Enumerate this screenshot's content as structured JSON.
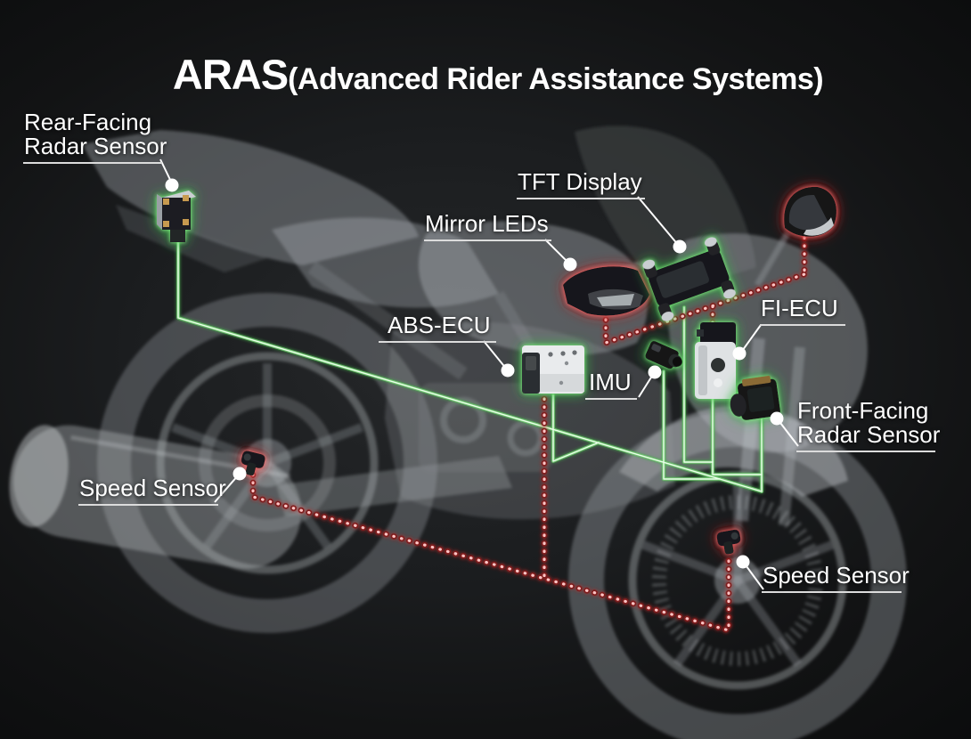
{
  "title": {
    "main": "ARAS",
    "sub": "(Advanced Rider Assistance Systems)"
  },
  "labels": {
    "rear_radar": {
      "line1": "Rear-Facing",
      "line2": "Radar Sensor"
    },
    "tft": {
      "text": "TFT Display"
    },
    "mirror_leds": {
      "text": "Mirror LEDs"
    },
    "abs_ecu": {
      "text": "ABS-ECU"
    },
    "imu": {
      "text": "IMU"
    },
    "fi_ecu": {
      "text": "FI-ECU"
    },
    "front_radar": {
      "line1": "Front-Facing",
      "line2": "Radar Sensor"
    },
    "speed_rear": {
      "text": "Speed Sensor"
    },
    "speed_front": {
      "text": "Speed Sensor"
    }
  },
  "components": [
    {
      "id": "rear-facing-radar-sensor",
      "glow": "green"
    },
    {
      "id": "tft-display",
      "glow": "green"
    },
    {
      "id": "mirror-leds-left-mirror",
      "glow": "red"
    },
    {
      "id": "mirror-leds-right-mirror",
      "glow": "red"
    },
    {
      "id": "abs-ecu",
      "glow": "green"
    },
    {
      "id": "imu",
      "glow": "green"
    },
    {
      "id": "fi-ecu",
      "glow": "green"
    },
    {
      "id": "front-facing-radar-sensor",
      "glow": "green"
    },
    {
      "id": "speed-sensor-rear",
      "glow": "red"
    },
    {
      "id": "speed-sensor-front",
      "glow": "red"
    }
  ],
  "colors": {
    "background": "#141617",
    "text": "#ffffff",
    "underline": "#dcdcdc",
    "harness_green": "#8fd88f",
    "harness_green_core": "#eaffea",
    "harness_red_dots": "#ffb9b9",
    "harness_red_halo": "#8a1d1d",
    "glow_green": "#46c653",
    "glow_red": "#d84040",
    "leader_white": "#ffffff"
  }
}
